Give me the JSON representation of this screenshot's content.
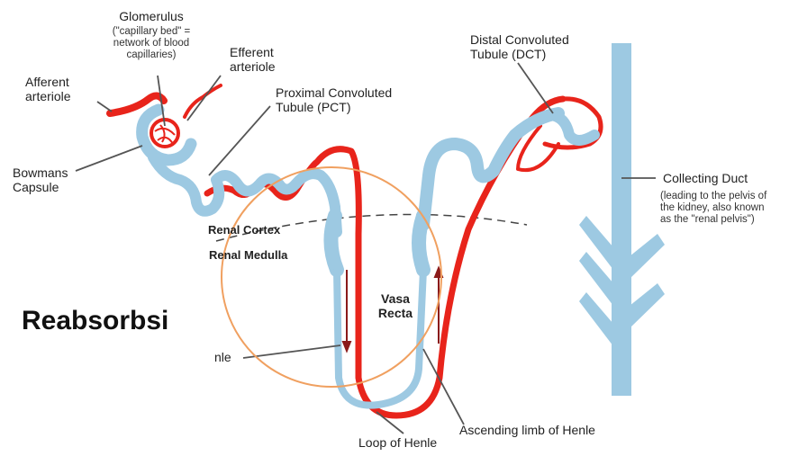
{
  "labels": {
    "glomerulus": "Glomerulus",
    "glomerulus_note": [
      "(\"capillary bed\" =",
      "network of blood",
      "capillaries)"
    ],
    "efferent": [
      "Efferent",
      "arteriole"
    ],
    "afferent": [
      "Afferent",
      "arteriole"
    ],
    "pct": [
      "Proximal Convoluted",
      "Tubule (PCT)"
    ],
    "bowmans": [
      "Bowmans",
      "Capsule"
    ],
    "dct": [
      "Distal Convoluted",
      "Tubule (DCT)"
    ],
    "collecting": "Collecting Duct",
    "collecting_note": [
      "(leading to the pelvis of",
      "the kidney, also known",
      "as the \"renal pelvis\")"
    ],
    "renal_cortex": "Renal Cortex",
    "renal_medulla": "Renal Medulla",
    "vasa_recta": [
      "Vasa",
      "Recta"
    ],
    "descending_fragment": "nle",
    "loop": "Loop of Henle",
    "ascending": "Ascending limb of Henle",
    "overlay": "Reabsorbsi"
  },
  "colors": {
    "tubule": "#9dc9e2",
    "blood": "#e8241b",
    "highlight_circle": "#f0a060",
    "arrow": "#8b1a1a"
  }
}
